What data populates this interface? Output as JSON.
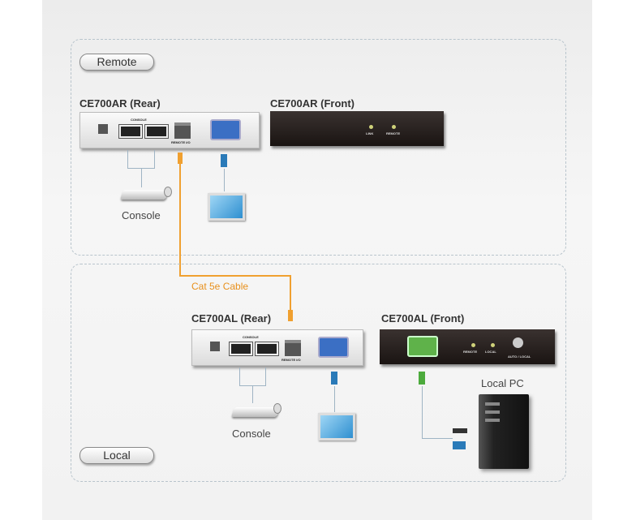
{
  "zones": {
    "remote": "Remote",
    "local": "Local"
  },
  "remote": {
    "rear_title": "CE700AR (Rear)",
    "front_title": "CE700AR (Front)",
    "console_label": "Console",
    "rear_ports": {
      "console": "CONSOLE",
      "remote_io": "REMOTE I/O"
    },
    "front_leds": [
      "LINK",
      "REMOTE"
    ]
  },
  "cable": {
    "label": "Cat 5e Cable",
    "color": "#f0a030"
  },
  "local": {
    "rear_title": "CE700AL (Rear)",
    "front_title": "CE700AL (Front)",
    "console_label": "Console",
    "pc_label": "Local PC",
    "rear_ports": {
      "console": "CONSOLE",
      "remote_io": "REMOTE I/O"
    },
    "front_leds": [
      "REMOTE",
      "LOCAL"
    ],
    "front_button": "AUTO / LOCAL"
  }
}
